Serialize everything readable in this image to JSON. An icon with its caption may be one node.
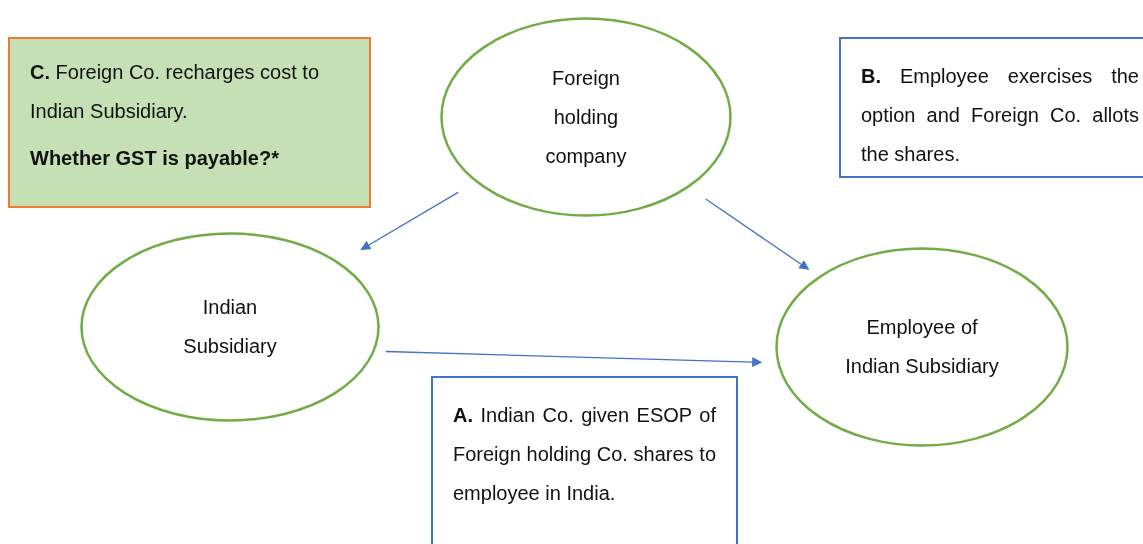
{
  "diagram": {
    "nodes": [
      {
        "text": [
          "Foreign holding company"
        ]
      },
      {
        "text": [
          "Indian Subsidiary"
        ]
      },
      {
        "text": [
          "Employee of Indian Subsidiary"
        ]
      },
      {
        "text": [
          "**C.** Foreign Co. recharges cost to Indian Subsidiary.",
          "Whether GST is payable?*"
        ]
      },
      {
        "text": [
          "**B.** Employee exercises the option and Foreign Co. allots the shares."
        ]
      },
      {
        "text": [
          "**A.** Indian Co. given ESOP of Foreign holding Co. shares to employee in India."
        ]
      }
    ],
    "edges": [
      {
        "from": 0,
        "to": 1,
        "arrow": "to"
      },
      {
        "from": 0,
        "to": 2,
        "arrow": "to"
      },
      {
        "from": 1,
        "to": 2,
        "arrow": "to"
      }
    ]
  }
}
